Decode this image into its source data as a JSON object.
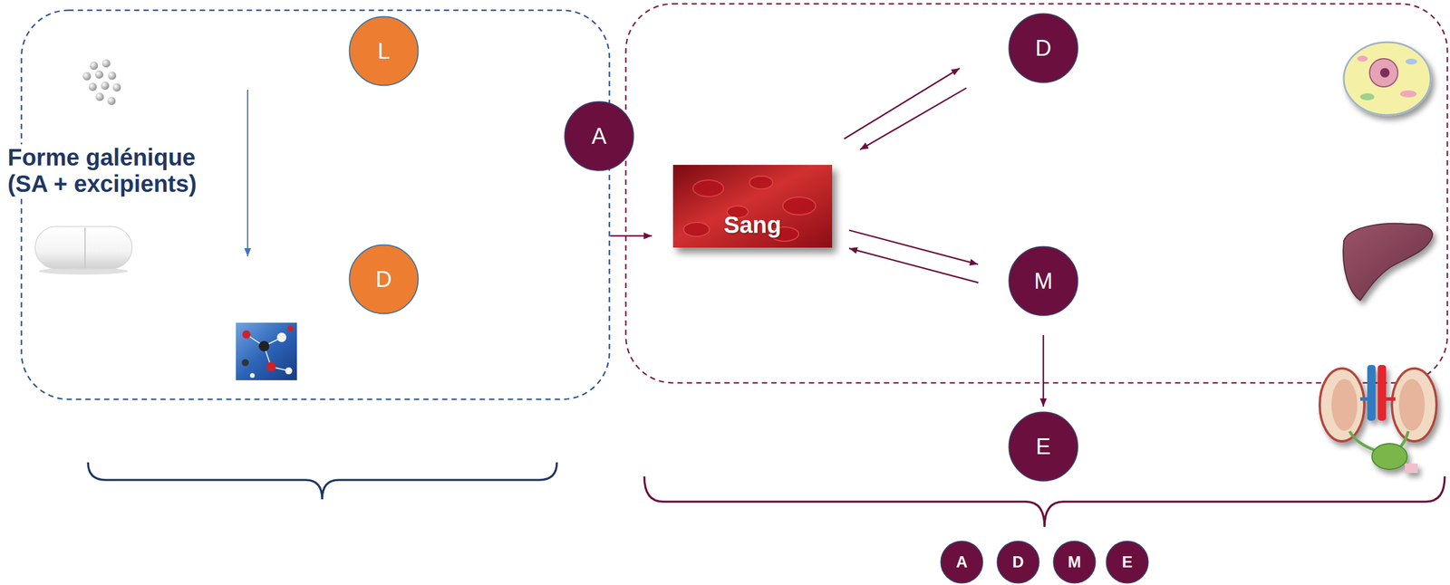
{
  "diagram": {
    "nodes": [
      {
        "text": [
          "Forme galénique (SA + excipients)"
        ]
      },
      {
        "text": [
          "L"
        ],
        "in": 0
      },
      {
        "text": [
          "D"
        ],
        "in": 0
      },
      {
        "text": [
          "A"
        ]
      },
      {
        "text": []
      },
      {
        "text": [
          "D"
        ],
        "in": 4
      },
      {
        "text": [
          "Sang"
        ],
        "in": 4
      },
      {
        "text": [
          "M"
        ],
        "in": 4
      },
      {
        "text": [
          "E"
        ]
      },
      {
        "text": [
          "A"
        ]
      },
      {
        "text": [
          "D"
        ]
      },
      {
        "text": [
          "M"
        ]
      },
      {
        "text": [
          "E"
        ]
      }
    ],
    "edges": [
      {
        "from": 0,
        "to": 6,
        "arrow": "to"
      },
      {
        "from": 6,
        "to": 5,
        "arrow": "to"
      },
      {
        "from": 5,
        "to": 6,
        "arrow": "to"
      },
      {
        "from": 6,
        "to": 7,
        "arrow": "to"
      },
      {
        "from": 7,
        "to": 6,
        "arrow": "to"
      },
      {
        "from": 7,
        "to": 8,
        "arrow": "to"
      }
    ]
  }
}
